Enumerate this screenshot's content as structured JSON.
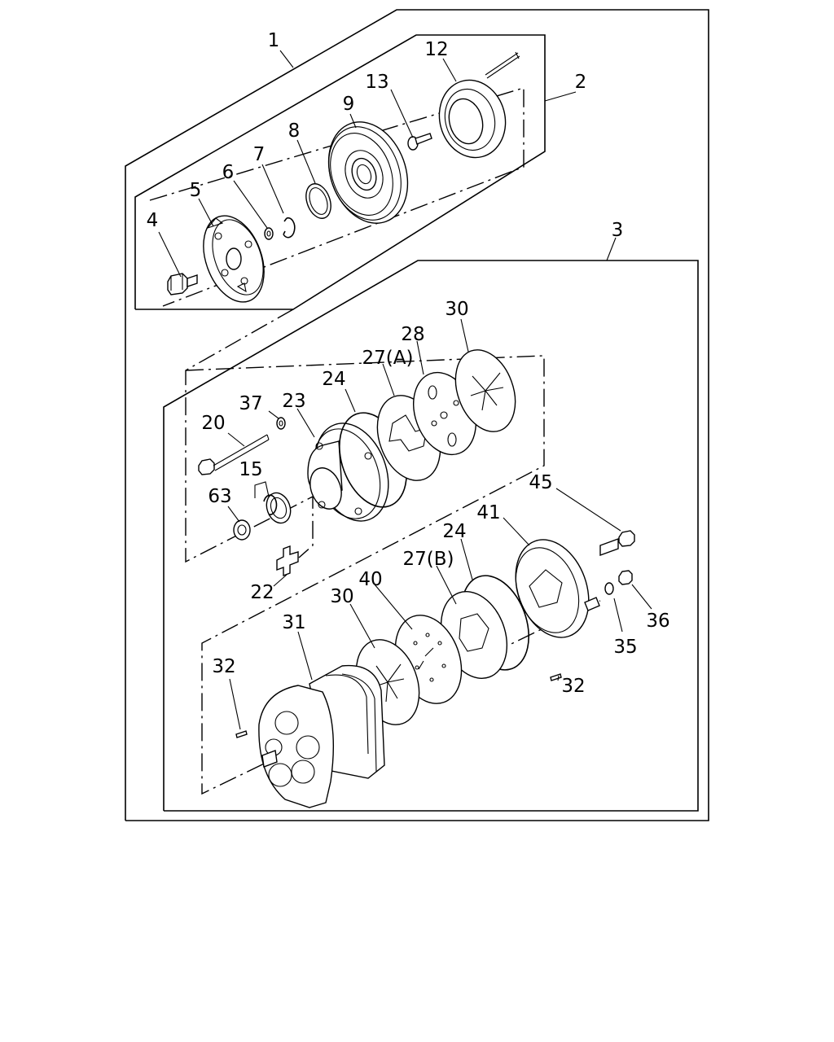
{
  "diagram": {
    "labels": {
      "p1": "1",
      "p2": "2",
      "p3": "3",
      "p4": "4",
      "p5": "5",
      "p6": "6",
      "p7": "7",
      "p8": "8",
      "p9": "9",
      "p12": "12",
      "p13": "13",
      "p15": "15",
      "p20": "20",
      "p22": "22",
      "p23": "23",
      "p24a": "24",
      "p24b": "24",
      "p27a": "27(A)",
      "p27b": "27(B)",
      "p28": "28",
      "p30a": "30",
      "p30b": "30",
      "p31": "31",
      "p32a": "32",
      "p32b": "32",
      "p35": "35",
      "p36": "36",
      "p37": "37",
      "p40": "40",
      "p41": "41",
      "p45": "45",
      "p63": "63"
    }
  }
}
